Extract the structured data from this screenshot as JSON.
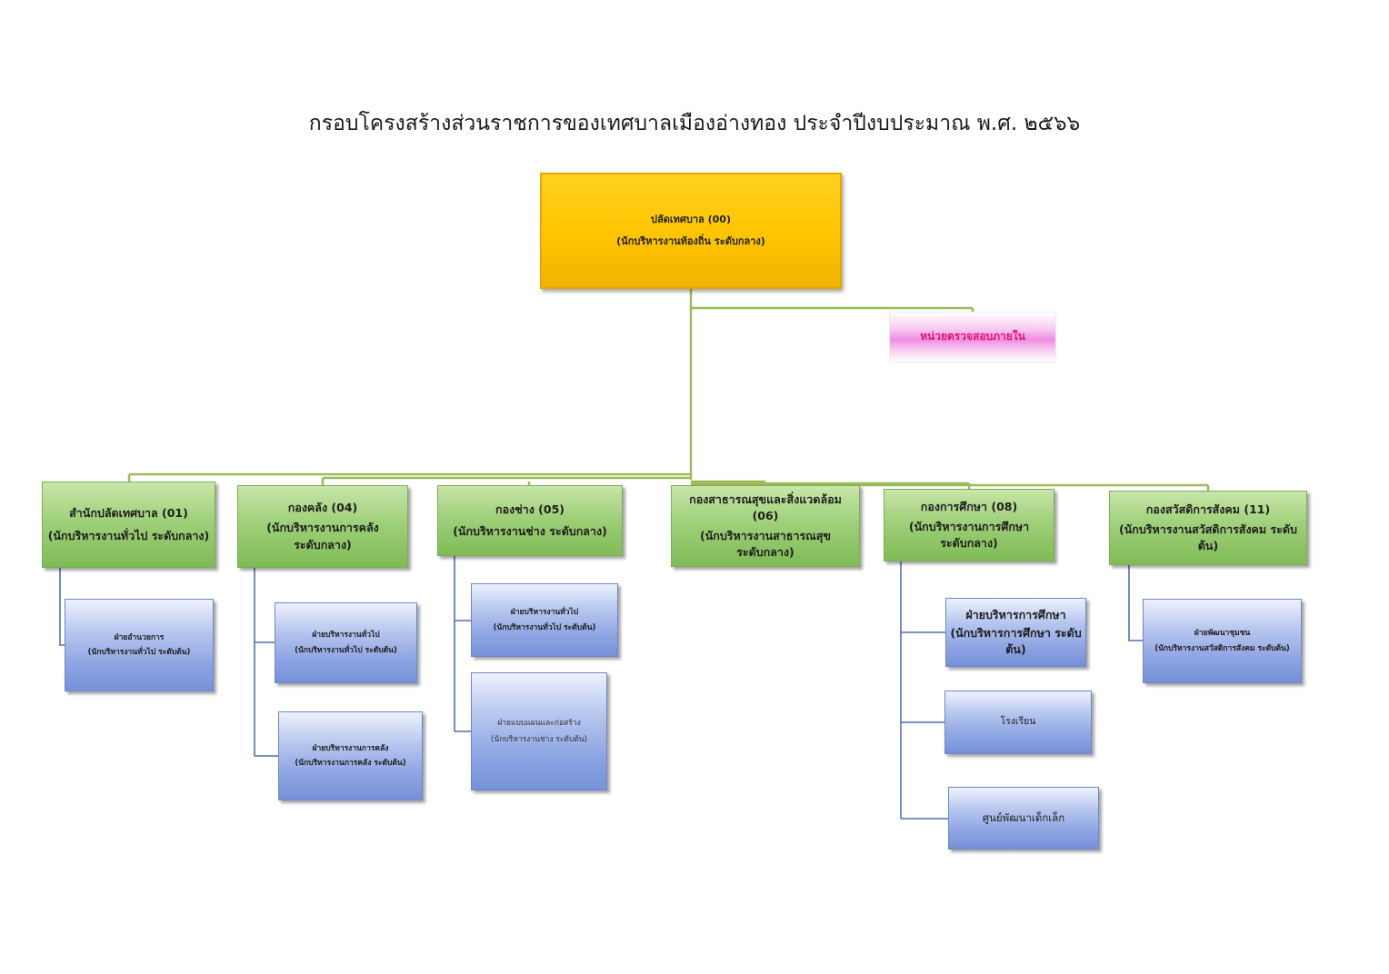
{
  "title": "กรอบโครงสร้างส่วนราชการของเทศบาลเมืองอ่างทอง ประจำปีงบประมาณ พ.ศ. ๒๕๖๖",
  "root": {
    "line1": "ปลัดเทศบาล (00)",
    "line2": "(นักบริหารงานท้องถิ่น ระดับกลาง)"
  },
  "audit": {
    "label": "หน่วยตรวจสอบภายใน"
  },
  "colors": {
    "root": "#ffc400",
    "division": "#9fd07a",
    "section": "#8fa6e3",
    "audit_text": "#e0166b",
    "line_green": "#9bbb59",
    "line_blue": "#4f6fb0"
  },
  "divisions": [
    {
      "line1": "สำนักปลัดเทศบาล (01)",
      "line2": "(นักบริหารงานทั่วไป ระดับกลาง)",
      "sections": [
        {
          "line1": "ฝ่ายอำนวยการ",
          "line2": "(นักบริหารงานทั่วไป ระดับต้น)"
        }
      ]
    },
    {
      "line1": "กองคลัง (04)",
      "line2": "(นักบริหารงานการคลัง ระดับกลาง)",
      "sections": [
        {
          "line1": "ฝ่ายบริหารงานทั่วไป",
          "line2": "(นักบริหารงานทั่วไป ระดับต้น)"
        },
        {
          "line1": "ฝ่ายบริหารงานการคลัง",
          "line2": "(นักบริหารงานการคลัง ระดับต้น)"
        }
      ]
    },
    {
      "line1": "กองช่าง (05)",
      "line2": "(นักบริหารงานช่าง ระดับกลาง)",
      "sections": [
        {
          "line1": "ฝ่ายบริหารงานทั่วไป",
          "line2": "(นักบริหารงานทั่วไป ระดับต้น)"
        },
        {
          "line1": "ฝ่ายแบบแผนและก่อสร้าง",
          "line2": "(นักบริหารงานช่าง ระดับต้น)"
        }
      ]
    },
    {
      "line1": "กองสาธารณสุขและสิ่งแวดล้อม (06)",
      "line2": "(นักบริหารงานสาธารณสุข ระดับกลาง)",
      "sections": []
    },
    {
      "line1": "กองการศึกษา (08)",
      "line2": "(นักบริหารงานการศึกษา ระดับกลาง)",
      "sections": [
        {
          "line1": "ฝ่ายบริหารการศึกษา",
          "line2": "(นักบริหารการศึกษา ระดับต้น)"
        },
        {
          "line1": "โรงเรียน"
        },
        {
          "line1": "ศูนย์พัฒนาเด็กเล็ก"
        }
      ]
    },
    {
      "line1": "กองสวัสดิการสังคม (11)",
      "line2": "(นักบริหารงานสวัสดิการสังคม ระดับต้น)",
      "sections": [
        {
          "line1": "ฝ่ายพัฒนาชุมชน",
          "line2": "(นักบริหารงานสวัสดิการสังคม ระดับต้น)"
        }
      ]
    }
  ]
}
